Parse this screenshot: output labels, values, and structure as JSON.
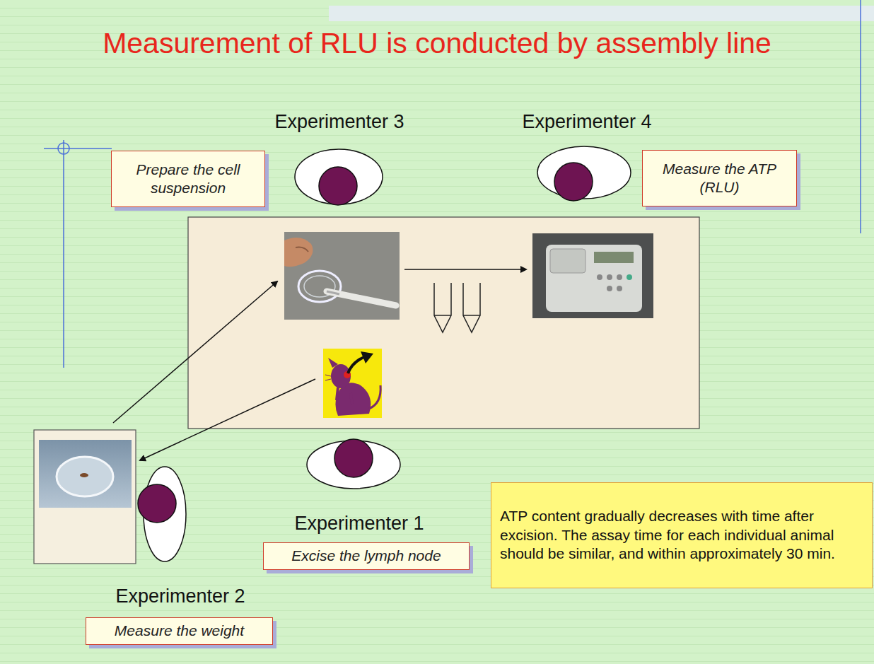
{
  "diagram": {
    "title": "Measurement of RLU is conducted by assembly line",
    "nodes": [
      {
        "text": [
          "Prepare the cell suspension"
        ]
      },
      {
        "text": [
          "Measure the ATP (RLU)"
        ]
      },
      {
        "text": [
          "ATP content gradually decreases with time after excision. The assay time for each individual animal should be similar, and within approximately 30 min."
        ]
      },
      {
        "text": [
          "Excise the lymph node"
        ]
      },
      {
        "text": [
          "Measure the weight"
        ]
      }
    ],
    "labels": [
      "Experimenter 3",
      "Experimenter 4",
      "Experimenter 1",
      "Experimenter 2"
    ]
  }
}
